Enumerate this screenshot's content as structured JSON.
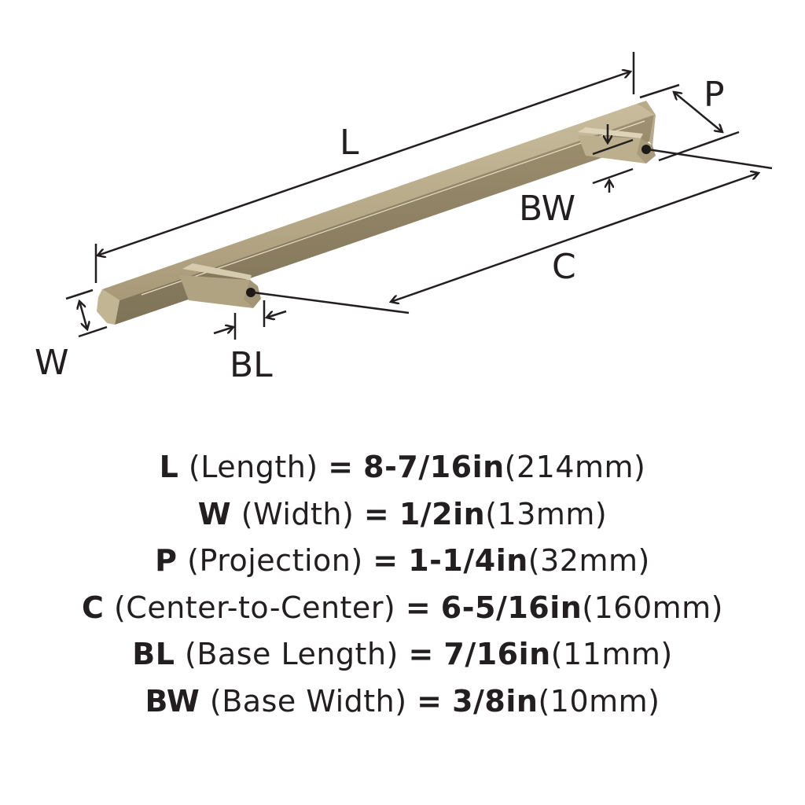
{
  "diagram": {
    "labels": {
      "L": "L",
      "W": "W",
      "P": "P",
      "C": "C",
      "BL": "BL",
      "BW": "BW"
    },
    "finish_color": "#b3a587"
  },
  "specs": [
    {
      "letter": "L",
      "name": "(Length)",
      "eq": "=",
      "inch": "8-7/16in",
      "mm": "(214mm)"
    },
    {
      "letter": "W",
      "name": "(Width)",
      "eq": "=",
      "inch": "1/2in",
      "mm": "(13mm)"
    },
    {
      "letter": "P",
      "name": "(Projection)",
      "eq": "=",
      "inch": "1-1/4in",
      "mm": "(32mm)"
    },
    {
      "letter": "C",
      "name": "(Center-to-Center)",
      "eq": "=",
      "inch": "6-5/16in",
      "mm": "(160mm)"
    },
    {
      "letter": "BL",
      "name": "(Base Length)",
      "eq": "=",
      "inch": "7/16in",
      "mm": "(11mm)"
    },
    {
      "letter": "BW",
      "name": "(Base Width)",
      "eq": "=",
      "inch": "3/8in",
      "mm": "(10mm)"
    }
  ]
}
